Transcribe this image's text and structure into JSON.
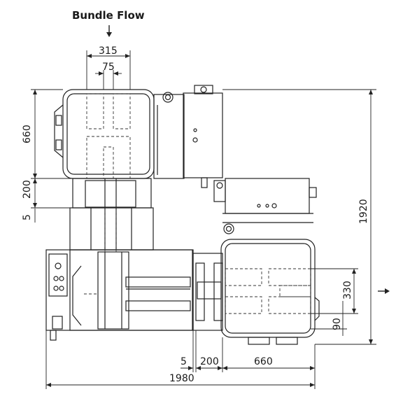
{
  "title": "Bundle Flow",
  "dimensions": {
    "top_315": "315",
    "top_75": "75",
    "left_660": "660",
    "left_200": "200",
    "left_5": "5",
    "right_1920": "1920",
    "right_330": "330",
    "right_90": "90",
    "bottom_5": "5",
    "bottom_200": "200",
    "bottom_660": "660",
    "bottom_1980": "1980"
  },
  "colors": {
    "line": "#222222",
    "dashed": "#333333",
    "background": "#ffffff"
  },
  "icons": {
    "flow_down": "arrow-down-icon",
    "flow_right": "arrow-right-icon"
  }
}
